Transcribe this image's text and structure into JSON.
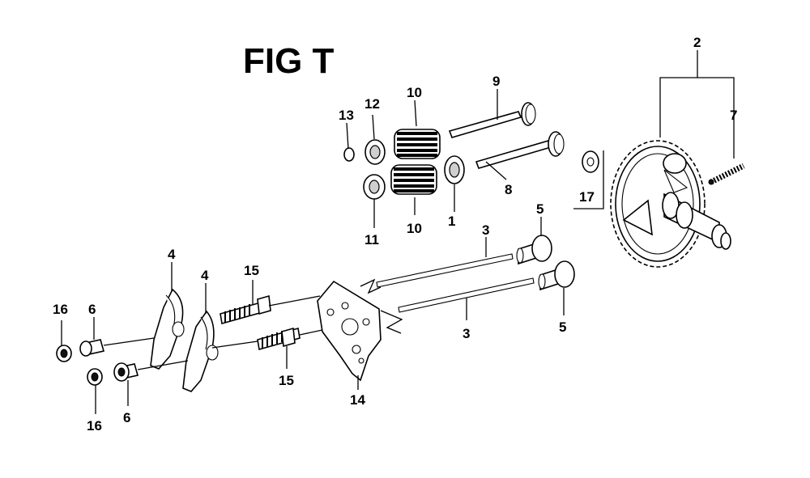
{
  "figure": {
    "title": "FIG T"
  },
  "callouts": {
    "c1": "1",
    "c2": "2",
    "c3a": "3",
    "c3b": "3",
    "c4a": "4",
    "c4b": "4",
    "c5a": "5",
    "c5b": "5",
    "c6a": "6",
    "c6b": "6",
    "c7": "7",
    "c8": "8",
    "c9": "9",
    "c10a": "10",
    "c10b": "10",
    "c11": "11",
    "c12": "12",
    "c13": "13",
    "c14": "14",
    "c15a": "15",
    "c15b": "15",
    "c16a": "16",
    "c16b": "16",
    "c17": "17"
  }
}
